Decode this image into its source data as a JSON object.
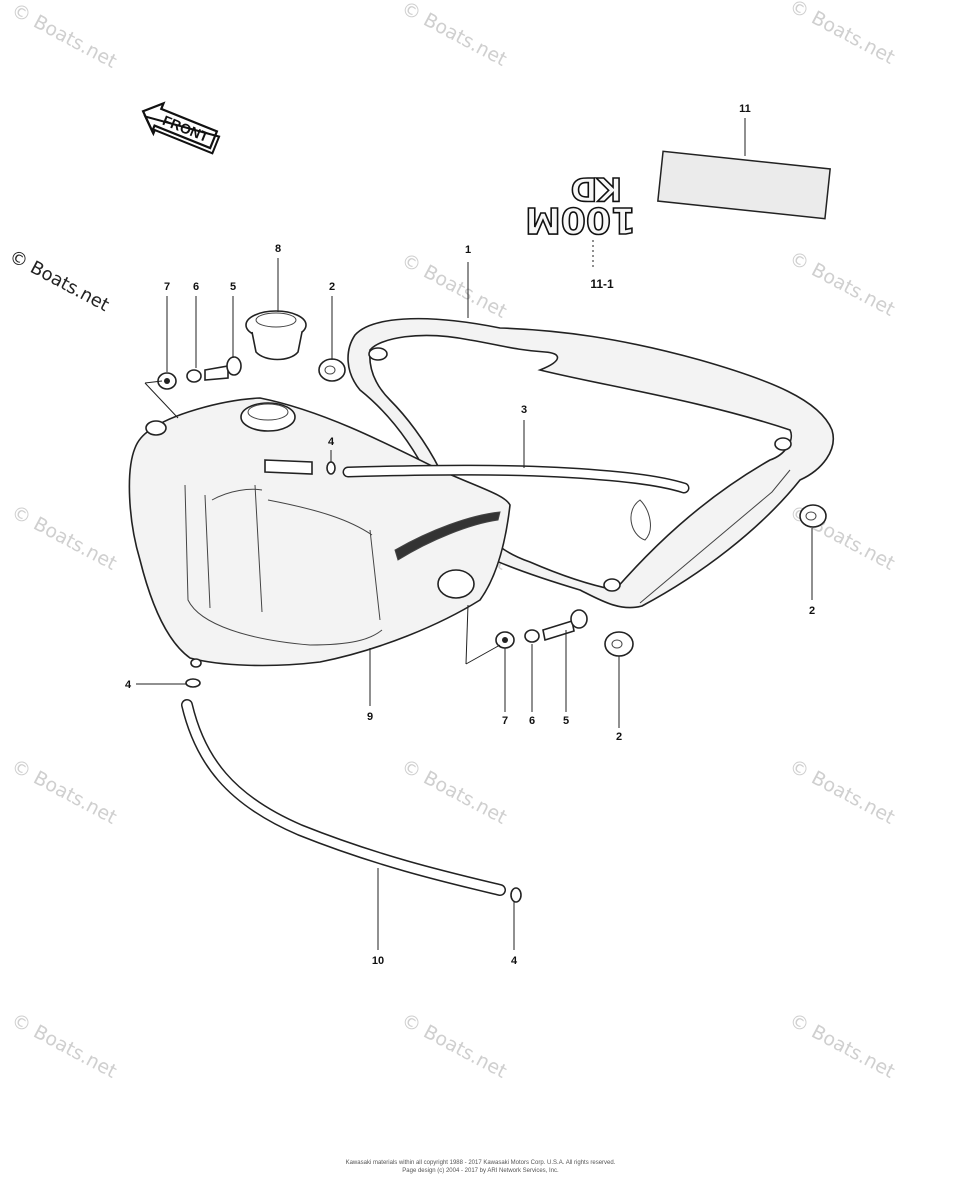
{
  "diagram": {
    "front_arrow_text": "FRONT",
    "emblem_line1": "KD",
    "emblem_line2": "100M",
    "callouts": {
      "c1": "1",
      "c2_top": "2",
      "c2_right": "2",
      "c2_bottom": "2",
      "c3": "3",
      "c4_top": "4",
      "c4_left": "4",
      "c4_bottom": "4",
      "c5_top": "5",
      "c5_bottom": "5",
      "c6_top": "6",
      "c6_bottom": "6",
      "c7_top": "7",
      "c7_bottom": "7",
      "c8": "8",
      "c9": "9",
      "c10": "10",
      "c11": "11",
      "c11_1": "11-1"
    }
  },
  "watermark": "© Boats.net",
  "footer": {
    "line1": "Kawasaki materials within all copyright 1988 - 2017 Kawasaki Motors Corp. U.S.A. All rights reserved.",
    "line2": "Page design (c) 2004 - 2017 by ARI Network Services, Inc."
  }
}
